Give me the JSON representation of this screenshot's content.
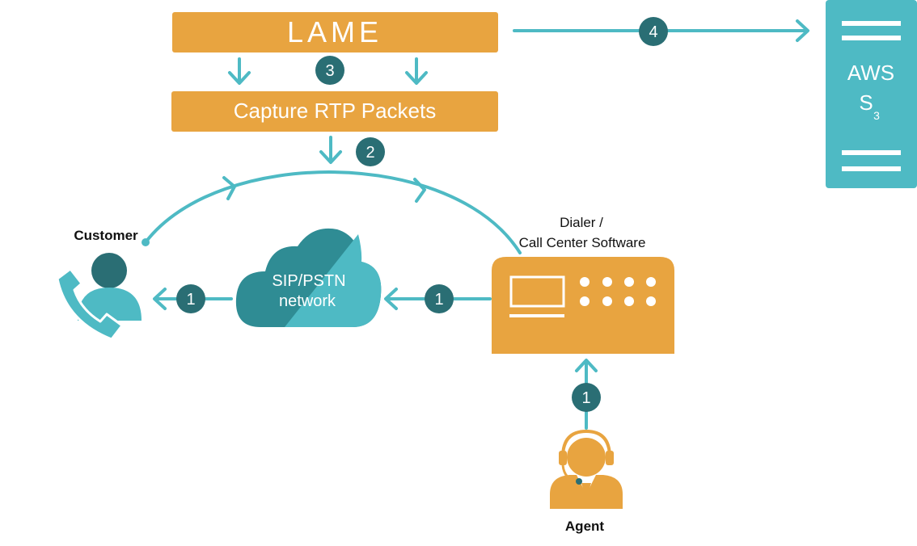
{
  "colors": {
    "orange": "#E8A440",
    "teal": "#4EBAC4",
    "teal_dark": "#2A6E74",
    "white": "#FFFFFF",
    "text_dark": "#111111"
  },
  "boxes": {
    "lame": "LAME",
    "capture": "Capture RTP Packets"
  },
  "cloud": {
    "line1": "SIP/PSTN",
    "line2": "network"
  },
  "aws": {
    "line1": "AWS",
    "line2": "S",
    "subscript": "3"
  },
  "labels": {
    "customer": "Customer",
    "dialer_line1": "Dialer /",
    "dialer_line2": "Call Center Software",
    "agent": "Agent"
  },
  "steps": {
    "capture_step": "2",
    "lame_step": "3",
    "upload_step": "4",
    "call_step": "1"
  },
  "icons": {
    "customer": "phone-user-icon",
    "agent": "headset-agent-icon",
    "dialer": "dialer-device-icon",
    "cloud": "cloud-icon",
    "storage": "server-icon"
  }
}
